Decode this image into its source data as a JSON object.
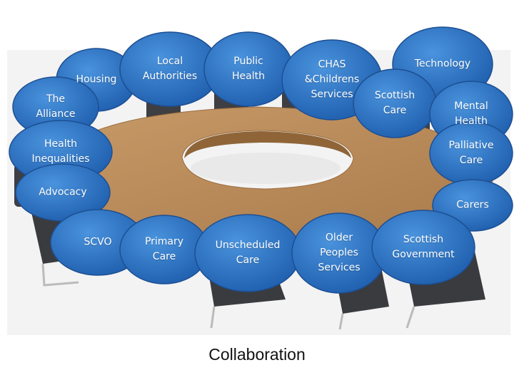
{
  "caption": "Collaboration",
  "colors": {
    "bubble_fill": "#2a6fc2",
    "bubble_highlight": "#4a93dd",
    "bubble_edge": "#1d4f93",
    "table_wood": "#b88a58",
    "table_edge": "#9a6d3f",
    "chair": "#3e3f43",
    "background": "#ffffff"
  },
  "bubbles": [
    {
      "id": "housing",
      "label": "Housing"
    },
    {
      "id": "the-alliance",
      "label": "The\nAlliance"
    },
    {
      "id": "local-authorities",
      "label": "Local\nAuthorities"
    },
    {
      "id": "public-health",
      "label": "Public\nHealth"
    },
    {
      "id": "chas-childrens-services",
      "label": "CHAS\n&Childrens\nServices"
    },
    {
      "id": "technology",
      "label": "Technology"
    },
    {
      "id": "scottish-care",
      "label": "Scottish\nCare"
    },
    {
      "id": "mental-health",
      "label": "Mental\nHealth"
    },
    {
      "id": "health-inequalities",
      "label": "Health\nInequalities"
    },
    {
      "id": "palliative-care",
      "label": "Palliative\nCare"
    },
    {
      "id": "advocacy",
      "label": "Advocacy"
    },
    {
      "id": "carers",
      "label": "Carers"
    },
    {
      "id": "scvo",
      "label": "SCVO"
    },
    {
      "id": "primary-care",
      "label": "Primary\nCare"
    },
    {
      "id": "unscheduled-care",
      "label": "Unscheduled\nCare"
    },
    {
      "id": "older-peoples-services",
      "label": "Older\nPeoples\nServices"
    },
    {
      "id": "scottish-government",
      "label": "Scottish\nGovernment"
    }
  ]
}
